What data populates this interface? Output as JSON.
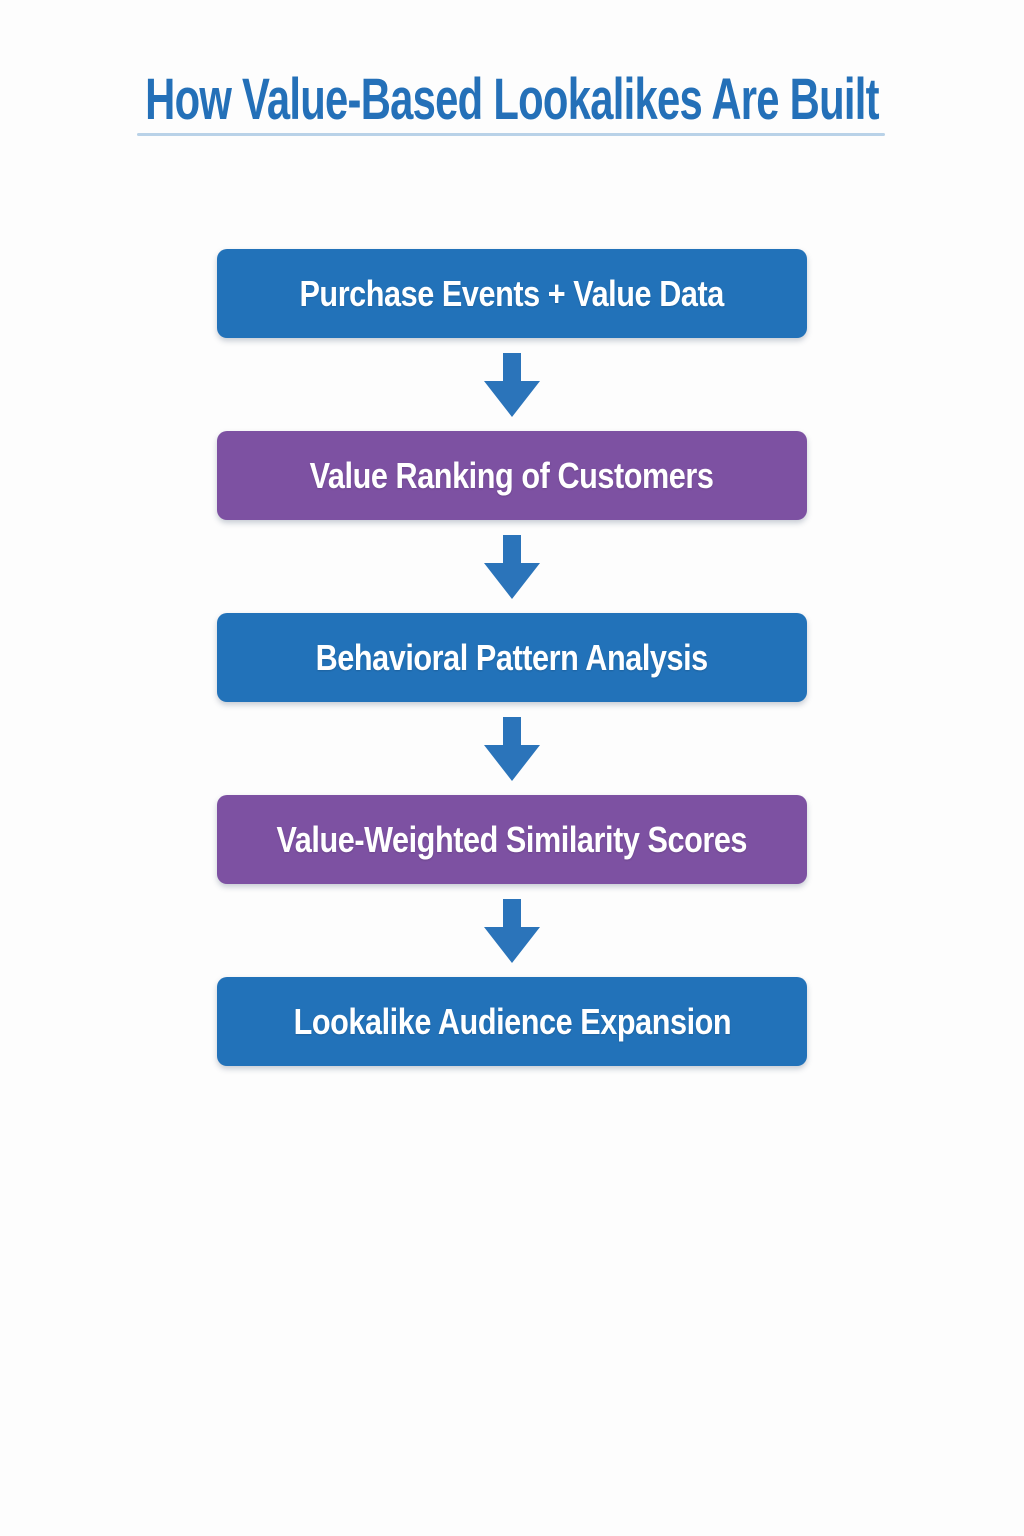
{
  "header": {
    "title": "How Value-Based Lookalikes Are Built",
    "title_color": "#2470b8",
    "underline_color": "#b9d2e8"
  },
  "flowchart": {
    "steps": [
      {
        "label": "Purchase Events + Value Data",
        "color": "blue"
      },
      {
        "label": "Value Ranking of Customers",
        "color": "purple"
      },
      {
        "label": "Behavioral Pattern Analysis",
        "color": "blue"
      },
      {
        "label": "Value-Weighted Similarity Scores",
        "color": "purple"
      },
      {
        "label": "Lookalike Audience Expansion",
        "color": "blue"
      }
    ],
    "connector_icon": "down-arrow",
    "palette": {
      "blue": "#2272b9",
      "purple": "#7d51a2",
      "arrow": "#2b74ba",
      "box_text": "#ffffff"
    }
  }
}
